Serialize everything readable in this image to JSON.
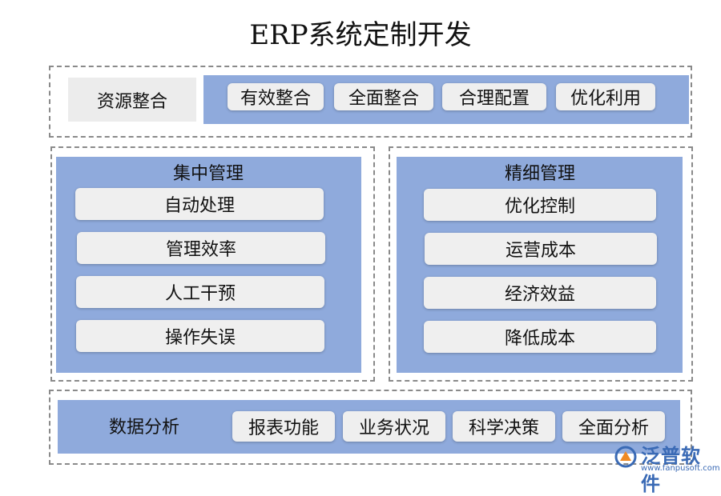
{
  "title": "ERP系统定制开发",
  "resource": {
    "label": "资源整合",
    "items": [
      "有效整合",
      "全面整合",
      "合理配置",
      "优化利用"
    ]
  },
  "central": {
    "title": "集中管理",
    "items": [
      "自动处理",
      "管理效率",
      "人工干预",
      "操作失误"
    ]
  },
  "fine": {
    "title": "精细管理",
    "items": [
      "优化控制",
      "运营成本",
      "经济效益",
      "降低成本"
    ]
  },
  "data": {
    "label": "数据分析",
    "items": [
      "报表功能",
      "业务状况",
      "科学决策",
      "全面分析"
    ]
  },
  "watermark": {
    "brand": "泛普软件",
    "url": "www.fanpusoft.com"
  },
  "colors": {
    "panel_blue": "#8faadc",
    "pill_bg": "#efefef",
    "dash_border": "#8a8a8a",
    "watermark_blue": "#3a6ab5"
  }
}
